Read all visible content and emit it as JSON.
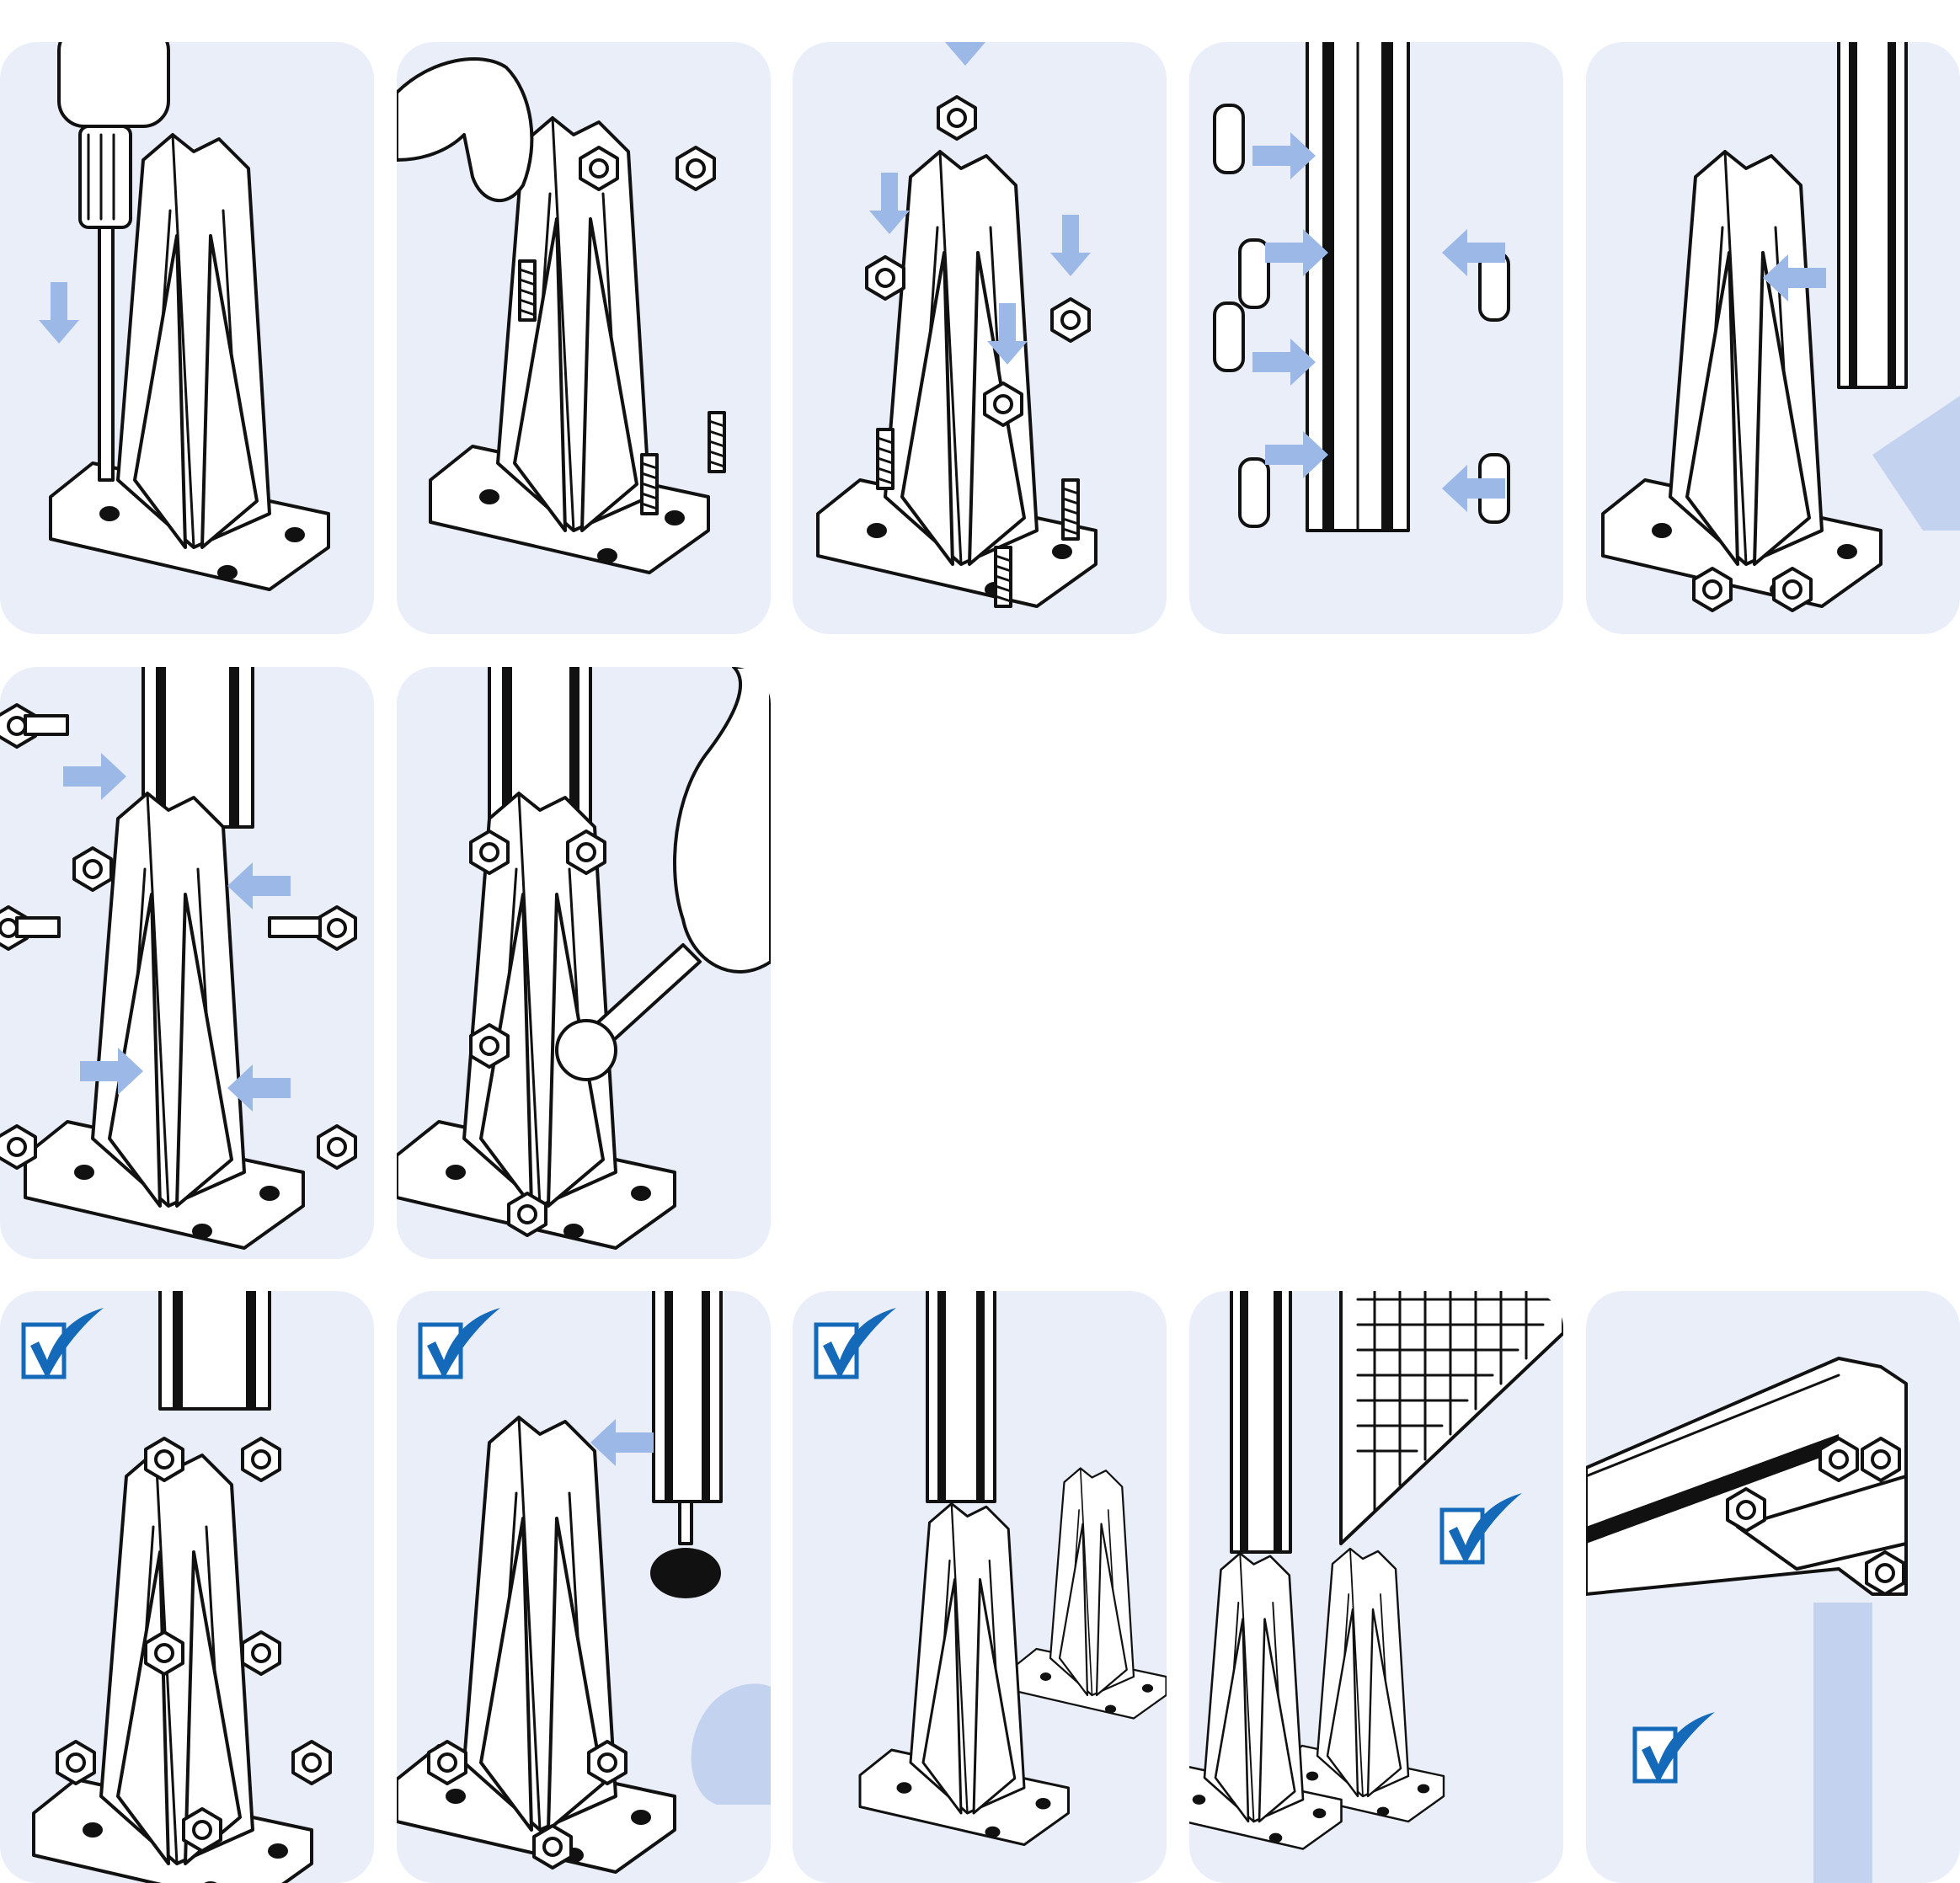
{
  "colors": {
    "panel_background": "#e9eef9",
    "arrow": "#9cb8e6",
    "check": "#1469b8",
    "line": "#111111"
  },
  "steps": [
    {
      "id": 1,
      "action": "drill",
      "icons": [
        "drill-icon",
        "arrow-down-icon"
      ]
    },
    {
      "id": 2,
      "action": "insert-anchor-bolts",
      "icons": [
        "hand-icon"
      ]
    },
    {
      "id": 3,
      "action": "fit-nuts",
      "icons": [
        "hex-nut-icon",
        "arrow-down-icon"
      ]
    },
    {
      "id": 4,
      "action": "insert-slot-nuts",
      "icons": [
        "slot-nut-icon",
        "arrow-right-icon"
      ]
    },
    {
      "id": 5,
      "action": "insert-post",
      "icons": [
        "post-profile-icon",
        "arrow-left-icon"
      ]
    },
    {
      "id": 6,
      "action": "insert-screws",
      "icons": [
        "bolt-icon",
        "arrow-right-icon"
      ]
    },
    {
      "id": 7,
      "action": "tighten-with-wrench",
      "icons": [
        "wrench-icon",
        "hand-icon"
      ]
    },
    {
      "id": 8,
      "action": "done-single-post",
      "icons": [
        "checkmark-icon"
      ]
    },
    {
      "id": 9,
      "action": "done-leveling-foot",
      "icons": [
        "checkmark-icon",
        "leveling-foot-icon"
      ]
    },
    {
      "id": 10,
      "action": "done-double-post",
      "icons": [
        "checkmark-icon"
      ]
    },
    {
      "id": 11,
      "action": "done-mesh-panel",
      "icons": [
        "checkmark-icon",
        "mesh-panel-icon"
      ]
    },
    {
      "id": 12,
      "action": "done-wall-bracket",
      "icons": [
        "checkmark-icon",
        "wall-bracket-icon"
      ]
    }
  ]
}
